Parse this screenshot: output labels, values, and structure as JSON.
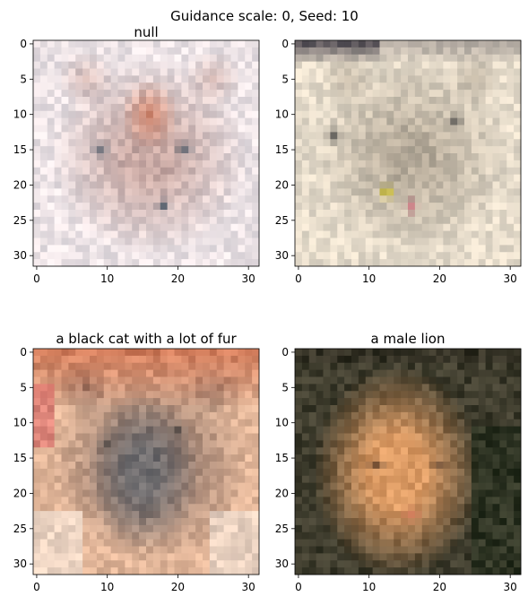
{
  "figure": {
    "suptitle": "Guidance scale: 0, Seed: 10",
    "axis_tick_labels": [
      "0",
      "5",
      "10",
      "15",
      "20",
      "25",
      "30"
    ],
    "x_tick_labels": [
      "0",
      "10",
      "20",
      "30"
    ],
    "panels": [
      {
        "title": "null",
        "image_subject": "blurry low-resolution orange and white tabby cat face on pale background",
        "palette": {
          "bg": "#ece3e6",
          "mid": "#c8a9a4",
          "accent": "#d67f61",
          "dark": "#55606d"
        }
      },
      {
        "title": "",
        "image_subject": "blurry low-resolution grey and beige cat face with yellow spot",
        "palette": {
          "bg": "#e6dccb",
          "mid": "#b8ad9c",
          "accent": "#cfc022",
          "dark": "#3a3a3a"
        }
      },
      {
        "title": "a black cat with a lot of fur",
        "image_subject": "blurry low-resolution dark grey cat face with orange and white surroundings",
        "palette": {
          "bg": "#e3b79a",
          "mid": "#8a7166",
          "accent": "#c8623f",
          "dark": "#3e3a38"
        }
      },
      {
        "title": "a male lion",
        "image_subject": "blurry low-resolution orange tabby cat face with dark green background",
        "palette": {
          "bg": "#3e3c2d",
          "mid": "#b9844f",
          "accent": "#dc9b64",
          "dark": "#2d2a1f"
        }
      }
    ]
  }
}
